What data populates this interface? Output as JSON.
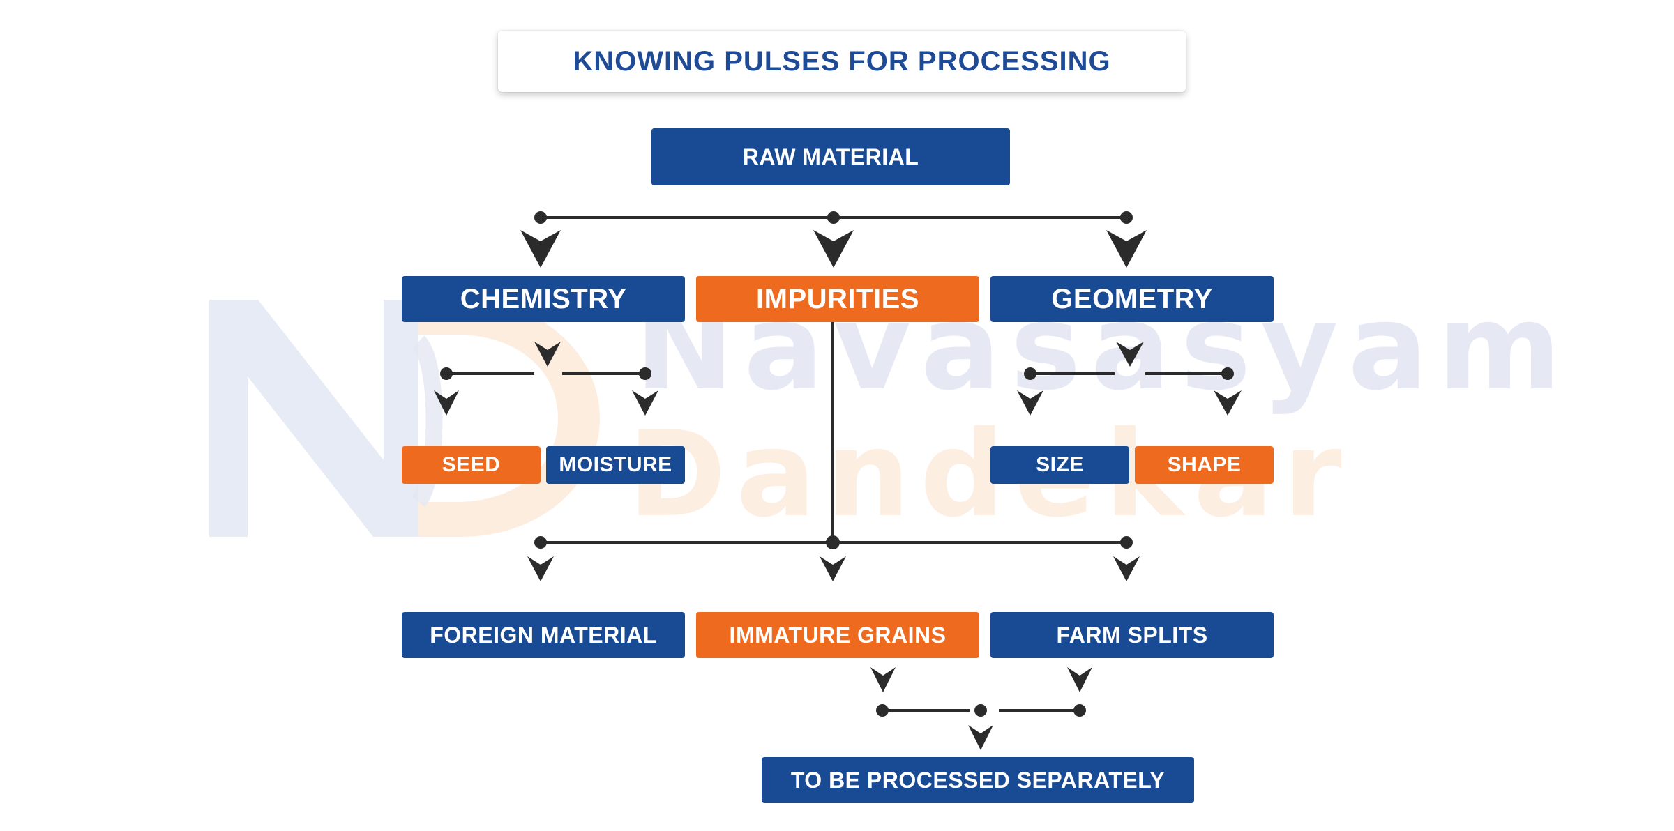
{
  "title": "KNOWING PULSES FOR PROCESSING",
  "nodes": {
    "raw_material": "RAW MATERIAL",
    "chemistry": "CHEMISTRY",
    "impurities": "IMPURITIES",
    "geometry": "GEOMETRY",
    "seed": "SEED",
    "moisture": "MOISTURE",
    "size": "SIZE",
    "shape": "SHAPE",
    "foreign_material": "FOREIGN MATERIAL",
    "immature_grains": "IMMATURE GRAINS",
    "farm_splits": "FARM SPLITS",
    "processed_separately": "TO BE PROCESSED SEPARATELY"
  },
  "watermark": {
    "line1": "Navasasyam",
    "line2": "Dandekar"
  },
  "colors": {
    "blue": "#194a94",
    "orange": "#ee6a1f",
    "title_text": "#1f4b96",
    "connector": "#2b2b2b"
  }
}
